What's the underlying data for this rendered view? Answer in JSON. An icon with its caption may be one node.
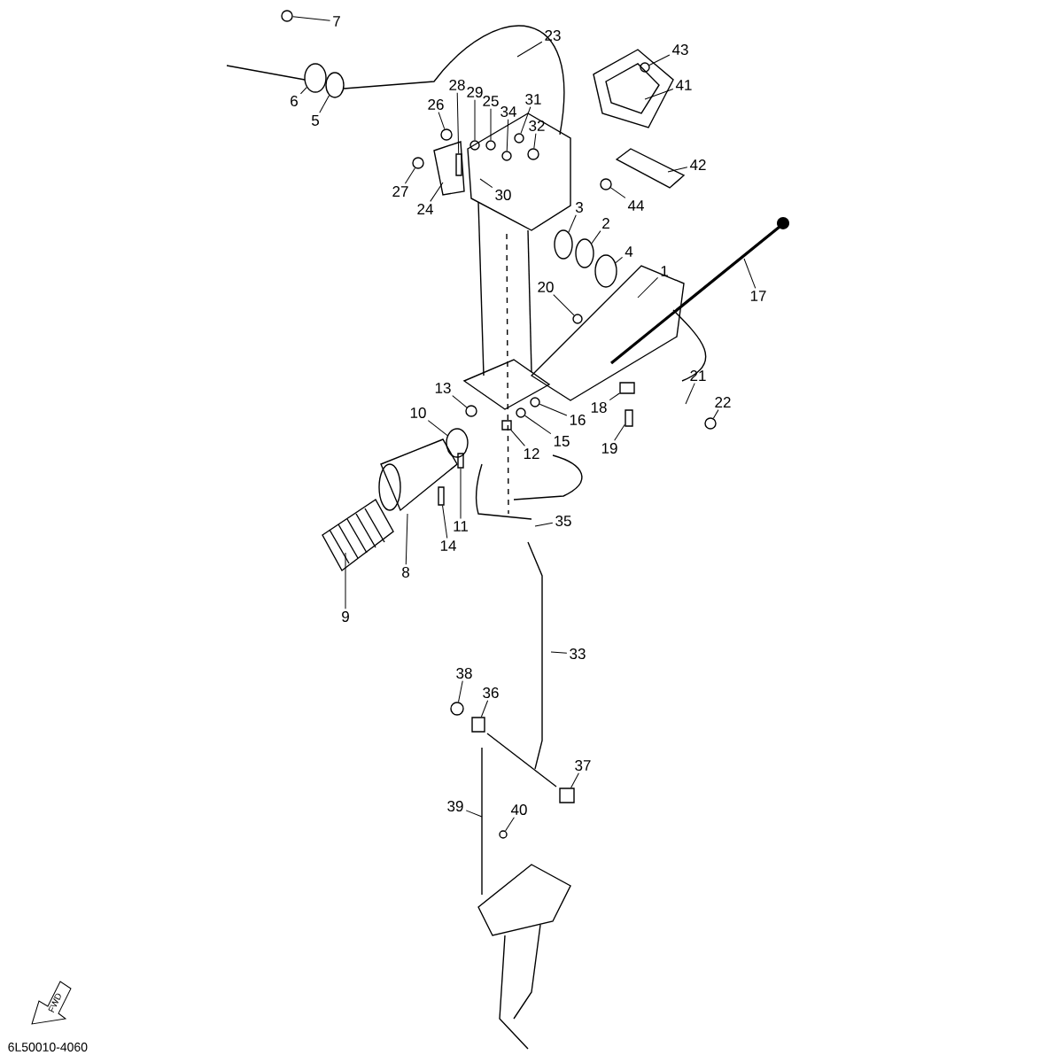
{
  "diagram": {
    "nodes": [
      {
        "text": [
          "7"
        ]
      },
      {
        "text": [
          "23"
        ]
      },
      {
        "text": [
          "43"
        ]
      },
      {
        "text": [
          "28"
        ]
      },
      {
        "text": [
          "41"
        ]
      },
      {
        "text": [
          "6"
        ]
      },
      {
        "text": [
          "29"
        ]
      },
      {
        "text": [
          "26"
        ]
      },
      {
        "text": [
          "25"
        ]
      },
      {
        "text": [
          "34"
        ]
      },
      {
        "text": [
          "31"
        ]
      },
      {
        "text": [
          "5"
        ]
      },
      {
        "text": [
          "32"
        ]
      },
      {
        "text": [
          "42"
        ]
      },
      {
        "text": [
          "27"
        ]
      },
      {
        "text": [
          "30"
        ]
      },
      {
        "text": [
          "24"
        ]
      },
      {
        "text": [
          "44"
        ]
      },
      {
        "text": [
          "3"
        ]
      },
      {
        "text": [
          "2"
        ]
      },
      {
        "text": [
          "4"
        ]
      },
      {
        "text": [
          "1"
        ]
      },
      {
        "text": [
          "20"
        ]
      },
      {
        "text": [
          "17"
        ]
      },
      {
        "text": [
          "21"
        ]
      },
      {
        "text": [
          "13"
        ]
      },
      {
        "text": [
          "22"
        ]
      },
      {
        "text": [
          "18"
        ]
      },
      {
        "text": [
          "10"
        ]
      },
      {
        "text": [
          "16"
        ]
      },
      {
        "text": [
          "15"
        ]
      },
      {
        "text": [
          "12"
        ]
      },
      {
        "text": [
          "19"
        ]
      },
      {
        "text": [
          "35"
        ]
      },
      {
        "text": [
          "11"
        ]
      },
      {
        "text": [
          "14"
        ]
      },
      {
        "text": [
          "8"
        ]
      },
      {
        "text": [
          "9"
        ]
      },
      {
        "text": [
          "33"
        ]
      },
      {
        "text": [
          "38"
        ]
      },
      {
        "text": [
          "36"
        ]
      },
      {
        "text": [
          "37"
        ]
      },
      {
        "text": [
          "39"
        ]
      },
      {
        "text": [
          "40"
        ]
      },
      {
        "text": [],
        "shape": "circle"
      },
      {
        "text": [],
        "shape": "circle"
      },
      {
        "text": [],
        "shape": "circle"
      },
      {
        "text": [],
        "shape": "circle"
      },
      {
        "text": [],
        "shape": "circle"
      },
      {
        "text": [],
        "shape": "circle"
      },
      {
        "text": [],
        "shape": "circle"
      },
      {
        "text": [],
        "shape": "circle"
      },
      {
        "text": [],
        "shape": "circle"
      },
      {
        "text": [],
        "shape": "box"
      },
      {
        "text": [],
        "shape": "circle"
      },
      {
        "text": [],
        "shape": "circle"
      },
      {
        "text": [],
        "shape": "circle"
      },
      {
        "text": [],
        "shape": "circle"
      },
      {
        "text": [],
        "shape": "circle"
      },
      {
        "text": [],
        "shape": "circle"
      },
      {
        "text": [],
        "shape": "circle"
      },
      {
        "text": [],
        "shape": "box"
      },
      {
        "text": [],
        "shape": "circle"
      },
      {
        "text": [],
        "shape": "circle"
      },
      {
        "text": [],
        "shape": "circle"
      },
      {
        "text": [],
        "shape": "circle"
      },
      {
        "text": [],
        "shape": "box"
      },
      {
        "text": [],
        "shape": "box"
      },
      {
        "text": [],
        "shape": "circle"
      },
      {
        "text": [],
        "shape": "box"
      },
      {
        "text": [],
        "shape": "box"
      },
      {
        "text": [],
        "shape": "circle"
      },
      {
        "text": [],
        "shape": "box"
      },
      {
        "text": [],
        "shape": "box"
      },
      {
        "text": [],
        "shape": "circle"
      }
    ],
    "edges": [
      {
        "from": 0,
        "to": 44,
        "arrow": "none"
      },
      {
        "from": 1,
        "to": null,
        "arrow": "none"
      },
      {
        "from": 2,
        "to": 45,
        "arrow": "none"
      },
      {
        "from": 3,
        "to": 53,
        "arrow": "none"
      },
      {
        "from": 4,
        "to": null,
        "arrow": "none"
      },
      {
        "from": 5,
        "to": 46,
        "arrow": "none"
      },
      {
        "from": 6,
        "to": 49,
        "arrow": "none"
      },
      {
        "from": 7,
        "to": 48,
        "arrow": "none"
      },
      {
        "from": 8,
        "to": 54,
        "arrow": "none"
      },
      {
        "from": 9,
        "to": 51,
        "arrow": "none"
      },
      {
        "from": 10,
        "to": 50,
        "arrow": "none"
      },
      {
        "from": 11,
        "to": 47,
        "arrow": "none"
      },
      {
        "from": 12,
        "to": 52,
        "arrow": "none"
      },
      {
        "from": 13,
        "to": null,
        "arrow": "none"
      },
      {
        "from": 14,
        "to": 55,
        "arrow": "none"
      },
      {
        "from": 15,
        "to": null,
        "arrow": "none"
      },
      {
        "from": 16,
        "to": null,
        "arrow": "none"
      },
      {
        "from": 17,
        "to": 56,
        "arrow": "none"
      },
      {
        "from": 18,
        "to": 57,
        "arrow": "none"
      },
      {
        "from": 19,
        "to": 58,
        "arrow": "none"
      },
      {
        "from": 20,
        "to": 59,
        "arrow": "none"
      },
      {
        "from": 21,
        "to": null,
        "arrow": "none"
      },
      {
        "from": 22,
        "to": 60,
        "arrow": "none"
      },
      {
        "from": 23,
        "to": null,
        "arrow": "none"
      },
      {
        "from": 24,
        "to": null,
        "arrow": "none"
      },
      {
        "from": 25,
        "to": 62,
        "arrow": "none"
      },
      {
        "from": 26,
        "to": 65,
        "arrow": "none"
      },
      {
        "from": 27,
        "to": 61,
        "arrow": "none"
      },
      {
        "from": 28,
        "to": 68,
        "arrow": "none"
      },
      {
        "from": 29,
        "to": 63,
        "arrow": "none"
      },
      {
        "from": 30,
        "to": 64,
        "arrow": "none"
      },
      {
        "from": 31,
        "to": 66,
        "arrow": "none"
      },
      {
        "from": 32,
        "to": 67,
        "arrow": "none"
      },
      {
        "from": 33,
        "to": null,
        "arrow": "none"
      },
      {
        "from": 34,
        "to": 69,
        "arrow": "none"
      },
      {
        "from": 35,
        "to": 70,
        "arrow": "none"
      },
      {
        "from": 36,
        "to": null,
        "arrow": "none"
      },
      {
        "from": 37,
        "to": null,
        "arrow": "none"
      },
      {
        "from": 38,
        "to": null,
        "arrow": "none"
      },
      {
        "from": 39,
        "to": 71,
        "arrow": "none"
      },
      {
        "from": 40,
        "to": 72,
        "arrow": "none"
      },
      {
        "from": 41,
        "to": 73,
        "arrow": "none"
      },
      {
        "from": 42,
        "to": null,
        "arrow": "none"
      },
      {
        "from": 43,
        "to": 74,
        "arrow": "none"
      }
    ],
    "labels": [
      "FWD",
      "6L50010-4060"
    ]
  }
}
